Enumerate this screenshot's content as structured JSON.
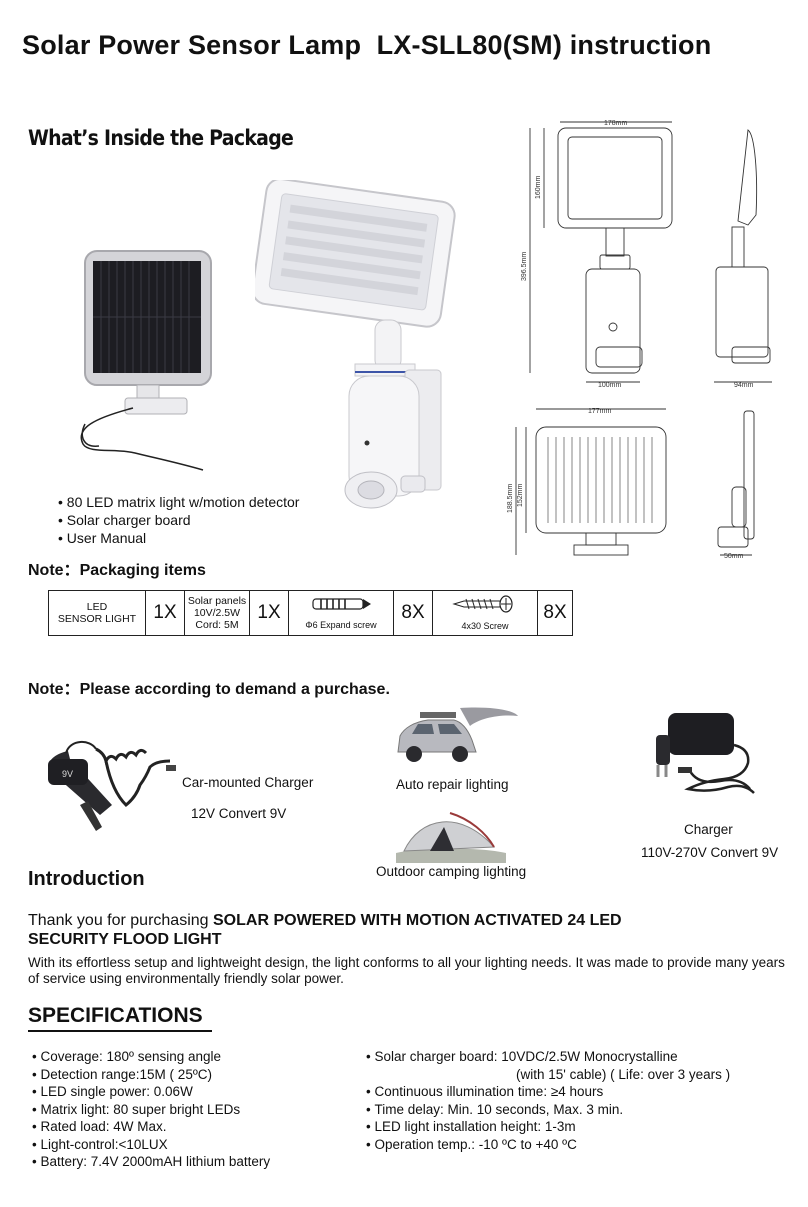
{
  "title": "Solar Power Sensor Lamp  LX-SLL80(SM) instruction",
  "package": {
    "heading": "What’s Inside the Package",
    "bullets": [
      "80 LED matrix light w/motion detector",
      "Solar charger board",
      "User Manual"
    ]
  },
  "dimensions": {
    "lamp_width": "178mm",
    "lamp_panel_height": "160mm",
    "lamp_total_height": "396.5mm",
    "lamp_body_width": "100mm",
    "lamp_depth": "94mm",
    "panel_width": "177mm",
    "panel_height_total": "188.5mm",
    "panel_height": "152mm",
    "panel_depth": "50mm"
  },
  "note_packaging": {
    "label": "Note：",
    "text": "Packaging items"
  },
  "packaging_table": {
    "led_line1": "LED",
    "led_line2": "SENSOR LIGHT",
    "led_qty": "1X",
    "solar_line1": "Solar panels",
    "solar_line2": "10V/2.5W",
    "solar_line3": "Cord:  5M",
    "solar_qty": "1X",
    "expand_screw_caption": "Φ6 Expand screw",
    "expand_screw_qty": "8X",
    "screw_caption": "4x30 Screw",
    "screw_qty": "8X"
  },
  "note_purchase": {
    "label": "Note：",
    "text": "Please according to demand a purchase."
  },
  "accessories": {
    "car_charger_label": "Car-mounted Charger",
    "car_charger_spec": "12V Convert 9V",
    "car_charger_badge": "9V",
    "auto_repair": "Auto repair lighting",
    "camping": "Outdoor camping lighting",
    "charger_label": "Charger",
    "charger_spec": "110V-270V Convert 9V"
  },
  "introduction": {
    "heading": "Introduction",
    "thanks_prefix": "Thank you for purchasing ",
    "thanks_bold_1": "SOLAR POWERED WITH MOTION ACTIVATED 24 LED",
    "thanks_bold_2": "SECURITY FLOOD LIGHT",
    "description": "With its effortless setup and lightweight design, the light conforms to all your lighting needs. It was made to provide many years of service using environmentally friendly solar power."
  },
  "specifications": {
    "heading": "SPECIFICATIONS",
    "left": [
      "Coverage: 180º sensing angle",
      "Detection range:15M ( 25ºC)",
      "LED single power: 0.06W",
      "Matrix light: 80 super bright LEDs",
      "Rated load: 4W Max.",
      "Light-control:<10LUX",
      "Battery: 7.4V 2000mAH lithium battery"
    ],
    "right_first": "Solar charger board: 10VDC/2.5W Monocrystalline",
    "right_first_cont": "(with 15' cable) ( Life: over 3 years )",
    "right": [
      "Continuous illumination time: ≥4 hours",
      "Time delay: Min. 10 seconds, Max. 3 min.",
      "LED light installation height: 1-3m",
      "Operation temp.: -10 ºC to +40 ºC"
    ]
  },
  "colors": {
    "text": "#111111",
    "lamp_body": "#f2f2f4",
    "solar_cell": "#1d1d22",
    "frame_silver": "#c8c8cc",
    "drawing_line": "#333333"
  }
}
